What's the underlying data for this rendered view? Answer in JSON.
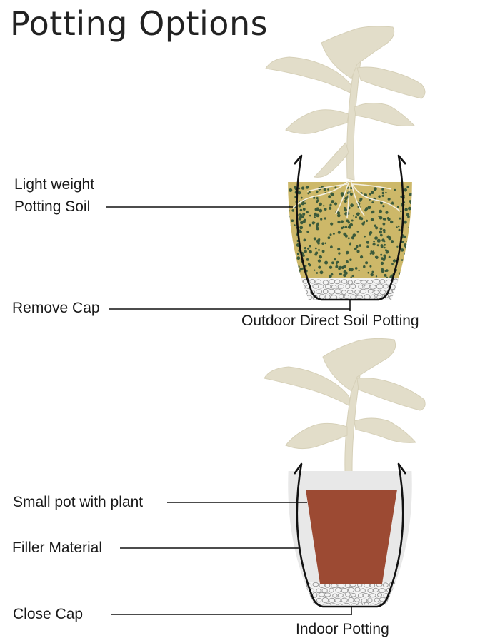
{
  "title": "Potting Options",
  "outdoor": {
    "labels": {
      "soil_line1": "Light weight",
      "soil_line2": "Potting Soil",
      "remove_cap": "Remove Cap",
      "caption": "Outdoor Direct Soil Potting"
    }
  },
  "indoor": {
    "labels": {
      "small_pot": "Small pot with plant",
      "filler": "Filler Material",
      "close_cap": "Close Cap",
      "caption": "Indoor Potting"
    }
  },
  "colors": {
    "plant": "#e2ddc9",
    "soil": "#cdb869",
    "soil_dots": "#3b5a3b",
    "inner_pot": "#9c4a33",
    "filler": "#e8e8e8",
    "pebbles": "#f4f4f4",
    "outline": "#111111"
  }
}
